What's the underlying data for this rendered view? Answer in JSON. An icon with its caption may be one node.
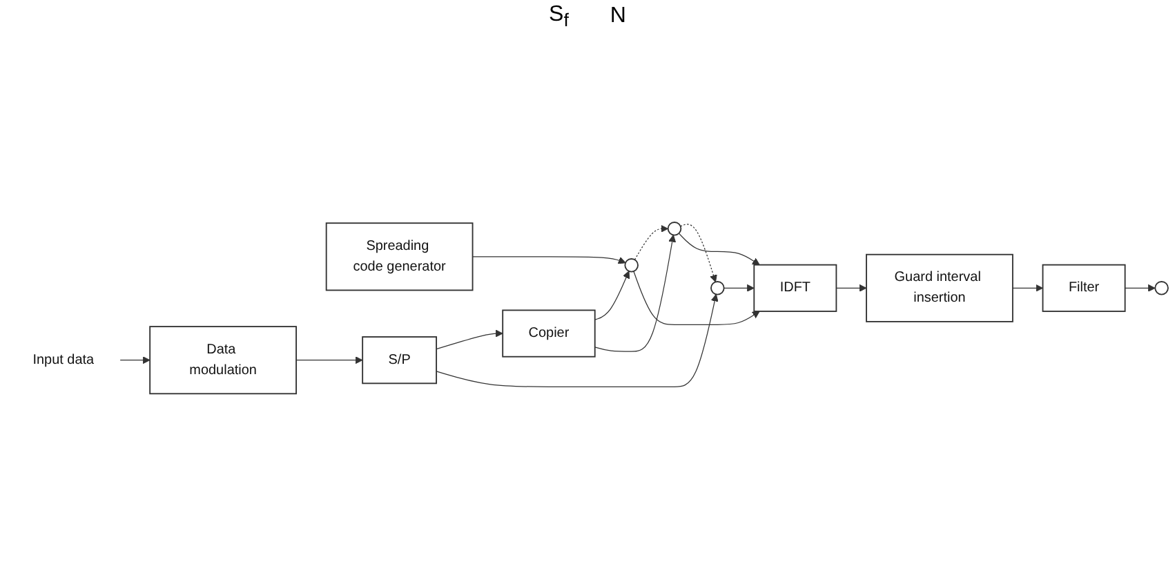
{
  "diagram": {
    "nodes": [
      {
        "text": [
          "Input data"
        ]
      },
      {
        "text": [
          "Data modulation"
        ]
      },
      {
        "text": [
          "S/P"
        ]
      },
      {
        "text": [
          "Copier"
        ]
      },
      {
        "text": [],
        "shape": "circle"
      },
      {
        "text": [],
        "shape": "circle"
      },
      {
        "text": [],
        "shape": "circle"
      },
      {
        "text": [
          "Spreading code generator"
        ]
      },
      {
        "text": [
          "IDFT"
        ]
      },
      {
        "text": [
          "Guard interval insertion"
        ]
      },
      {
        "text": [
          "Filter"
        ]
      },
      {
        "text": [],
        "shape": "circle"
      }
    ],
    "edges": [
      {
        "from": 0,
        "to": 1,
        "arrow": "to"
      },
      {
        "from": 1,
        "to": 2,
        "arrow": "to"
      },
      {
        "from": 2,
        "to": 3,
        "arrow": "to"
      },
      {
        "from": 2,
        "to": 6,
        "arrow": "to"
      },
      {
        "from": 3,
        "to": 4,
        "arrow": "to"
      },
      {
        "from": 3,
        "to": 5,
        "arrow": "to"
      },
      {
        "from": 7,
        "to": 4,
        "arrow": "to"
      },
      {
        "from": 4,
        "to": 5,
        "arrow": "to",
        "style": "dashed"
      },
      {
        "from": 5,
        "to": 6,
        "arrow": "to",
        "style": "dashed"
      },
      {
        "from": 4,
        "to": 8,
        "arrow": "to"
      },
      {
        "from": 5,
        "to": 8,
        "arrow": "to"
      },
      {
        "from": 6,
        "to": 8,
        "arrow": "to"
      },
      {
        "from": 8,
        "to": 9,
        "arrow": "to"
      },
      {
        "from": 9,
        "to": 10,
        "arrow": "to"
      },
      {
        "from": 10,
        "to": 11,
        "arrow": "to"
      }
    ],
    "labels": [
      "S$_{f}$",
      "N"
    ]
  }
}
